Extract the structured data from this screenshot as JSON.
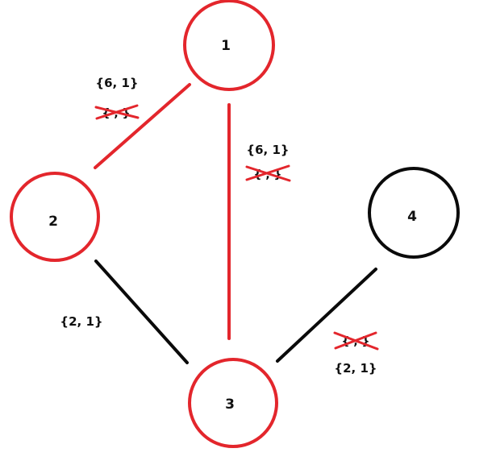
{
  "colors": {
    "red": "#e3262c",
    "black": "#0a0a0a",
    "text": "#111111"
  },
  "nodes": [
    {
      "id": "1",
      "label": "1",
      "color": "red"
    },
    {
      "id": "2",
      "label": "2",
      "color": "red"
    },
    {
      "id": "3",
      "label": "3",
      "color": "red"
    },
    {
      "id": "4",
      "label": "4",
      "color": "black"
    }
  ],
  "edges": [
    {
      "from": "1",
      "to": "2",
      "color": "red",
      "label": "{6, 1}",
      "crossed_out": true
    },
    {
      "from": "1",
      "to": "3",
      "color": "red",
      "label": "{6, 1}",
      "crossed_out": true
    },
    {
      "from": "2",
      "to": "3",
      "color": "black",
      "label": "{2, 1}",
      "crossed_out": false
    },
    {
      "from": "3",
      "to": "4",
      "color": "black",
      "label": "{2, 1}",
      "crossed_out": true
    }
  ]
}
